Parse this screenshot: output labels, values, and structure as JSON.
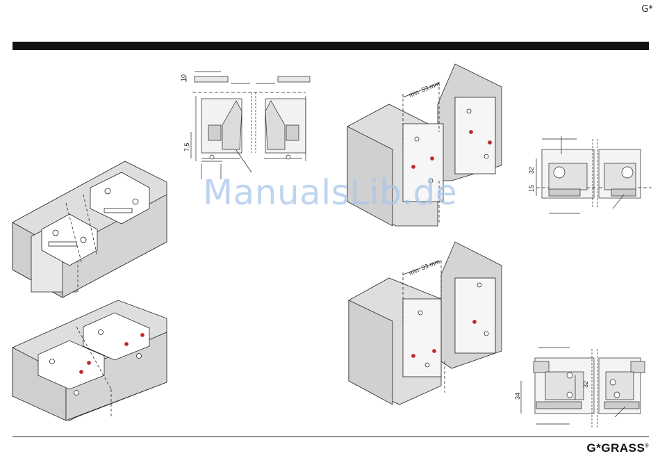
{
  "header": {
    "corner_mark": "G*"
  },
  "brand": {
    "name": "G*GRASS",
    "registered": "®"
  },
  "watermark": {
    "text": "ManualsLib.de"
  },
  "drawings": {
    "top_center": {
      "dim_top": "10",
      "dim_side": "7,5"
    },
    "top_right_assembly": {
      "clearance": "min. 53 mm"
    },
    "bottom_right_assembly": {
      "clearance": "min. 53 mm"
    },
    "top_side_view": {
      "dim_a": "32",
      "dim_b": "15"
    },
    "bottom_side_view": {
      "dim_a": "34",
      "dim_b": "32"
    }
  },
  "colors": {
    "accent_red": "#c0282d",
    "cabinet_fill": "#dedede",
    "line": "#222222"
  }
}
